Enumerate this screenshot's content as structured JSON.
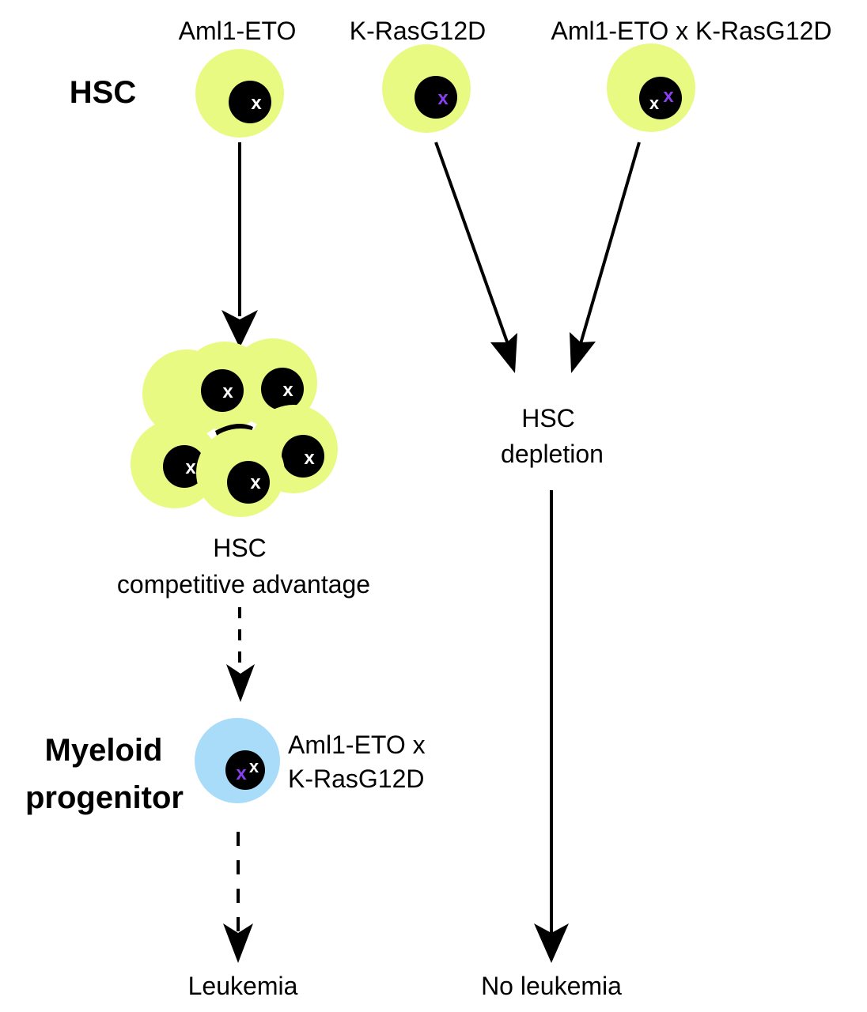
{
  "colors": {
    "hsc_cell": "#e8fa82",
    "progenitor_cell": "#a9dcf8",
    "nucleus": "#000000",
    "mutation_aml1_eto": "#ffffff",
    "mutation_kras": "#8a3ff0",
    "arrow": "#000000"
  },
  "labels": {
    "genotype_aml1_eto": "Aml1-ETO",
    "genotype_kras": "K-RasG12D",
    "genotype_double": "Aml1-ETO x K-RasG12D",
    "hsc_row": "HSC",
    "hsc_advantage_line1": "HSC",
    "hsc_advantage_line2": "competitive advantage",
    "hsc_depletion_line1": "HSC",
    "hsc_depletion_line2": "depletion",
    "myeloid_line1": "Myeloid",
    "myeloid_line2": "progenitor",
    "progenitor_genotype_line1": "Aml1-ETO x",
    "progenitor_genotype_line2": "K-RasG12D",
    "outcome_left": "Leukemia",
    "outcome_right": "No leukemia",
    "mutation_mark": "x"
  }
}
